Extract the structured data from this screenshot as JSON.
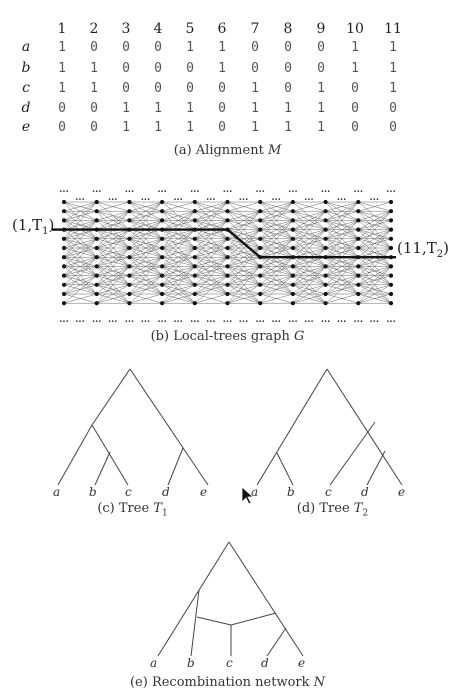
{
  "alignment": {
    "columns": [
      "1",
      "2",
      "3",
      "4",
      "5",
      "6",
      "7",
      "8",
      "9",
      "10",
      "11"
    ],
    "rows": [
      {
        "label": "a",
        "values": [
          "1",
          "0",
          "0",
          "0",
          "1",
          "1",
          "0",
          "0",
          "0",
          "1",
          "1"
        ]
      },
      {
        "label": "b",
        "values": [
          "1",
          "1",
          "0",
          "0",
          "0",
          "1",
          "0",
          "0",
          "0",
          "1",
          "1"
        ]
      },
      {
        "label": "c",
        "values": [
          "1",
          "1",
          "0",
          "0",
          "0",
          "0",
          "1",
          "0",
          "1",
          "0",
          "1"
        ]
      },
      {
        "label": "d",
        "values": [
          "0",
          "0",
          "1",
          "1",
          "1",
          "0",
          "1",
          "1",
          "1",
          "0",
          "0"
        ]
      },
      {
        "label": "e",
        "values": [
          "0",
          "0",
          "1",
          "1",
          "1",
          "0",
          "1",
          "1",
          "1",
          "0",
          "0"
        ]
      }
    ],
    "caption_prefix": "(a) Alignment ",
    "caption_var": "M"
  },
  "graph": {
    "left_label": "(1,T",
    "left_sub": "1",
    "right_label": "(11,T",
    "right_sub": "2",
    "caption_prefix": "(b) Local-trees graph ",
    "caption_var": "G",
    "ellipsis": "..."
  },
  "tree1": {
    "leaves": [
      "a",
      "b",
      "c",
      "d",
      "e"
    ],
    "caption_prefix": "(c) Tree ",
    "caption_var": "T",
    "caption_sub": "1"
  },
  "tree2": {
    "leaves": [
      "a",
      "b",
      "c",
      "d",
      "e"
    ],
    "caption_prefix": "(d) Tree ",
    "caption_var": "T",
    "caption_sub": "2"
  },
  "network": {
    "leaves": [
      "a",
      "b",
      "c",
      "d",
      "e"
    ],
    "caption_prefix": "(e) Recombination network ",
    "caption_var": "N"
  }
}
